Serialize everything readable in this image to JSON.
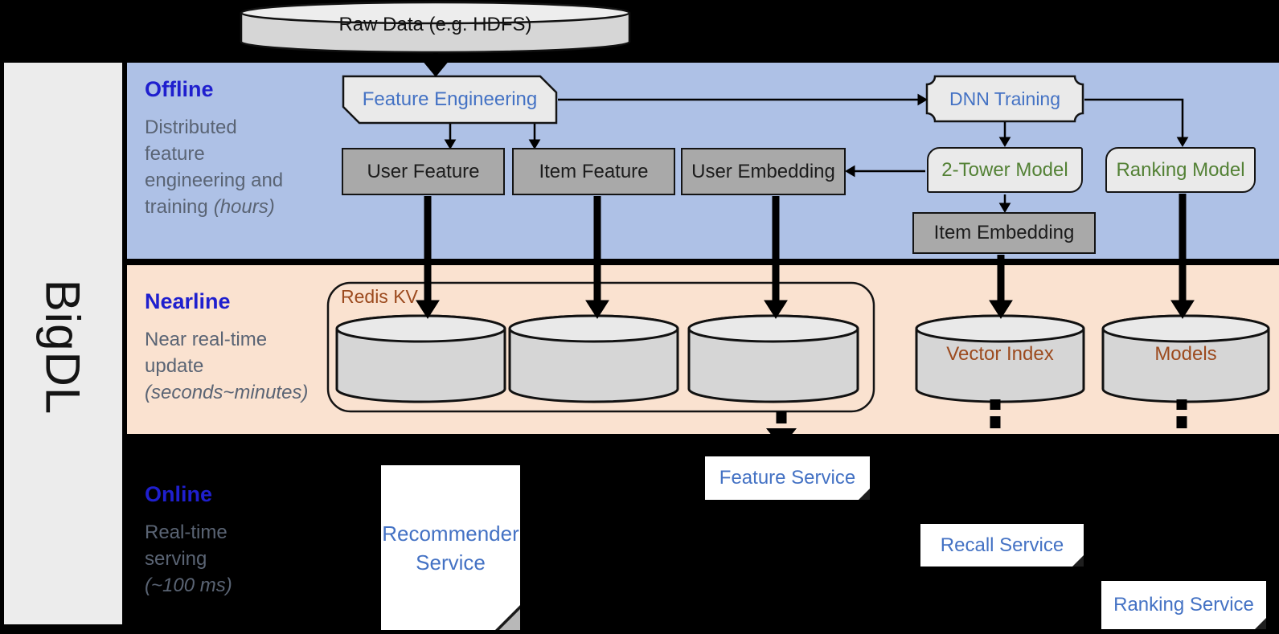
{
  "brand": {
    "name": "BigDL"
  },
  "raw_data": {
    "label": "Raw Data (e.g. HDFS)"
  },
  "sections": {
    "offline": {
      "title": "Offline",
      "line1": "Distributed",
      "line2": "feature",
      "line3": "engineering and",
      "line4": "training",
      "line4_italic": "(hours)"
    },
    "nearline": {
      "title": "Nearline",
      "line1": "Near real-time",
      "line2": "update",
      "line3_italic": "(seconds~minutes)"
    },
    "online": {
      "title": "Online",
      "line1": "Real-time",
      "line2": "serving",
      "line3_italic": "(~100 ms)"
    }
  },
  "offline_nodes": {
    "feature_engineering": "Feature Engineering",
    "dnn_training": "DNN Training",
    "user_feature": "User Feature",
    "item_feature": "Item Feature",
    "user_embedding": "User Embedding",
    "two_tower_model": "2-Tower Model",
    "ranking_model": "Ranking Model",
    "item_embedding": "Item Embedding"
  },
  "nearline_nodes": {
    "redis_kv": "Redis KV",
    "vector_index": "Vector Index",
    "models": "Models"
  },
  "online_nodes": {
    "recommender_service": "Recommender Service",
    "feature_service": "Feature Service",
    "recall_service": "Recall Service",
    "ranking_service": "Ranking Service"
  },
  "colors": {
    "offline_band": "#aec1e6",
    "nearline_band": "#fae2d0",
    "online_band": "#000000",
    "sidebar": "#ececec",
    "node_blue_text": "#4472c4",
    "node_green_text": "#538135",
    "nearline_brown_text": "#9c4a1e",
    "section_title_blue": "#1f1fce",
    "section_body_gray": "#5a6474",
    "gray_node_fill": "#a9a9a9",
    "light_node_fill": "#eaeaea",
    "cylinder_fill": "#d6d6d6"
  }
}
